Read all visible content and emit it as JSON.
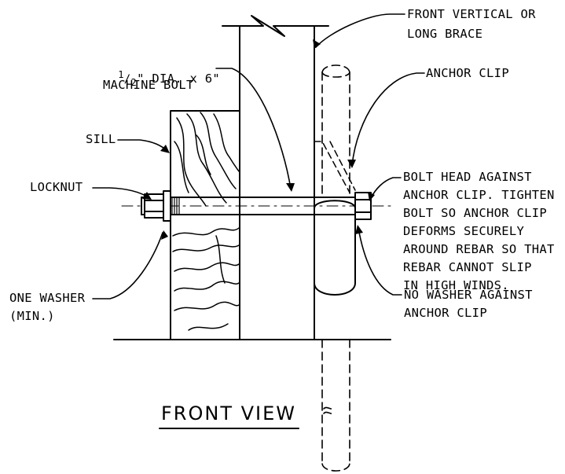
{
  "view_title": "FRONT VIEW",
  "labels": {
    "brace": [
      "FRONT VERTICAL OR",
      "LONG BRACE"
    ],
    "anchor_clip": "ANCHOR CLIP",
    "bolt_dia_sup": "1",
    "bolt_dia_sub": "2",
    "bolt_dia_rest": "\" DIA. x 6\"",
    "bolt_line2": "MACHINE BOLT",
    "sill": "SILL",
    "locknut": "LOCKNUT",
    "washer": [
      "ONE WASHER",
      "(MIN.)"
    ],
    "bolt_note": [
      "BOLT HEAD AGAINST",
      "ANCHOR CLIP. TIGHTEN",
      "BOLT SO ANCHOR CLIP",
      "DEFORMS SECURELY",
      "AROUND REBAR SO THAT",
      "REBAR CANNOT SLIP",
      "IN HIGH WINDS."
    ],
    "no_washer": [
      "NO WASHER AGAINST",
      "ANCHOR CLIP"
    ]
  }
}
